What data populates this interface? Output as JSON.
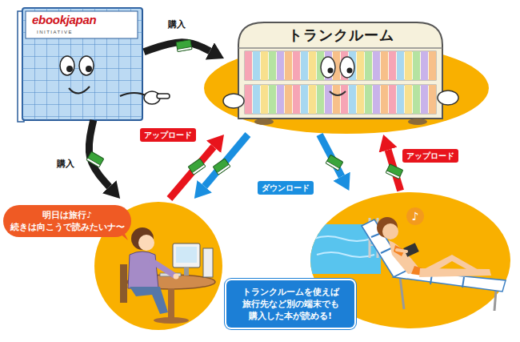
{
  "diagram": {
    "nodes": [
      {
        "text": [
          "ebookjapan",
          "INITIATIVE"
        ]
      },
      {
        "text": [
          "トランクルーム"
        ]
      },
      {
        "text": [
          "明日は旅行♪ 続きは向こうで読みたいナ〜"
        ]
      },
      {
        "text": [
          "♪"
        ]
      },
      {
        "text": [
          "トランクルームを使えば 旅行先など別の端末でも 購入した本が読める!"
        ]
      }
    ],
    "edges": [
      {
        "from": 0,
        "to": 1,
        "label": "購入",
        "arrow": "to"
      },
      {
        "from": 0,
        "to": 2,
        "label": "購入",
        "arrow": "to"
      },
      {
        "from": 2,
        "to": 1,
        "label": "アップロード",
        "arrow": "to"
      },
      {
        "from": 1,
        "to": 2,
        "arrow": "to"
      },
      {
        "from": 1,
        "to": 3,
        "arrow": "to"
      },
      {
        "from": 3,
        "to": 1,
        "label": "アップロード",
        "arrow": "to"
      }
    ],
    "labels": [
      "ダウンロード"
    ]
  }
}
